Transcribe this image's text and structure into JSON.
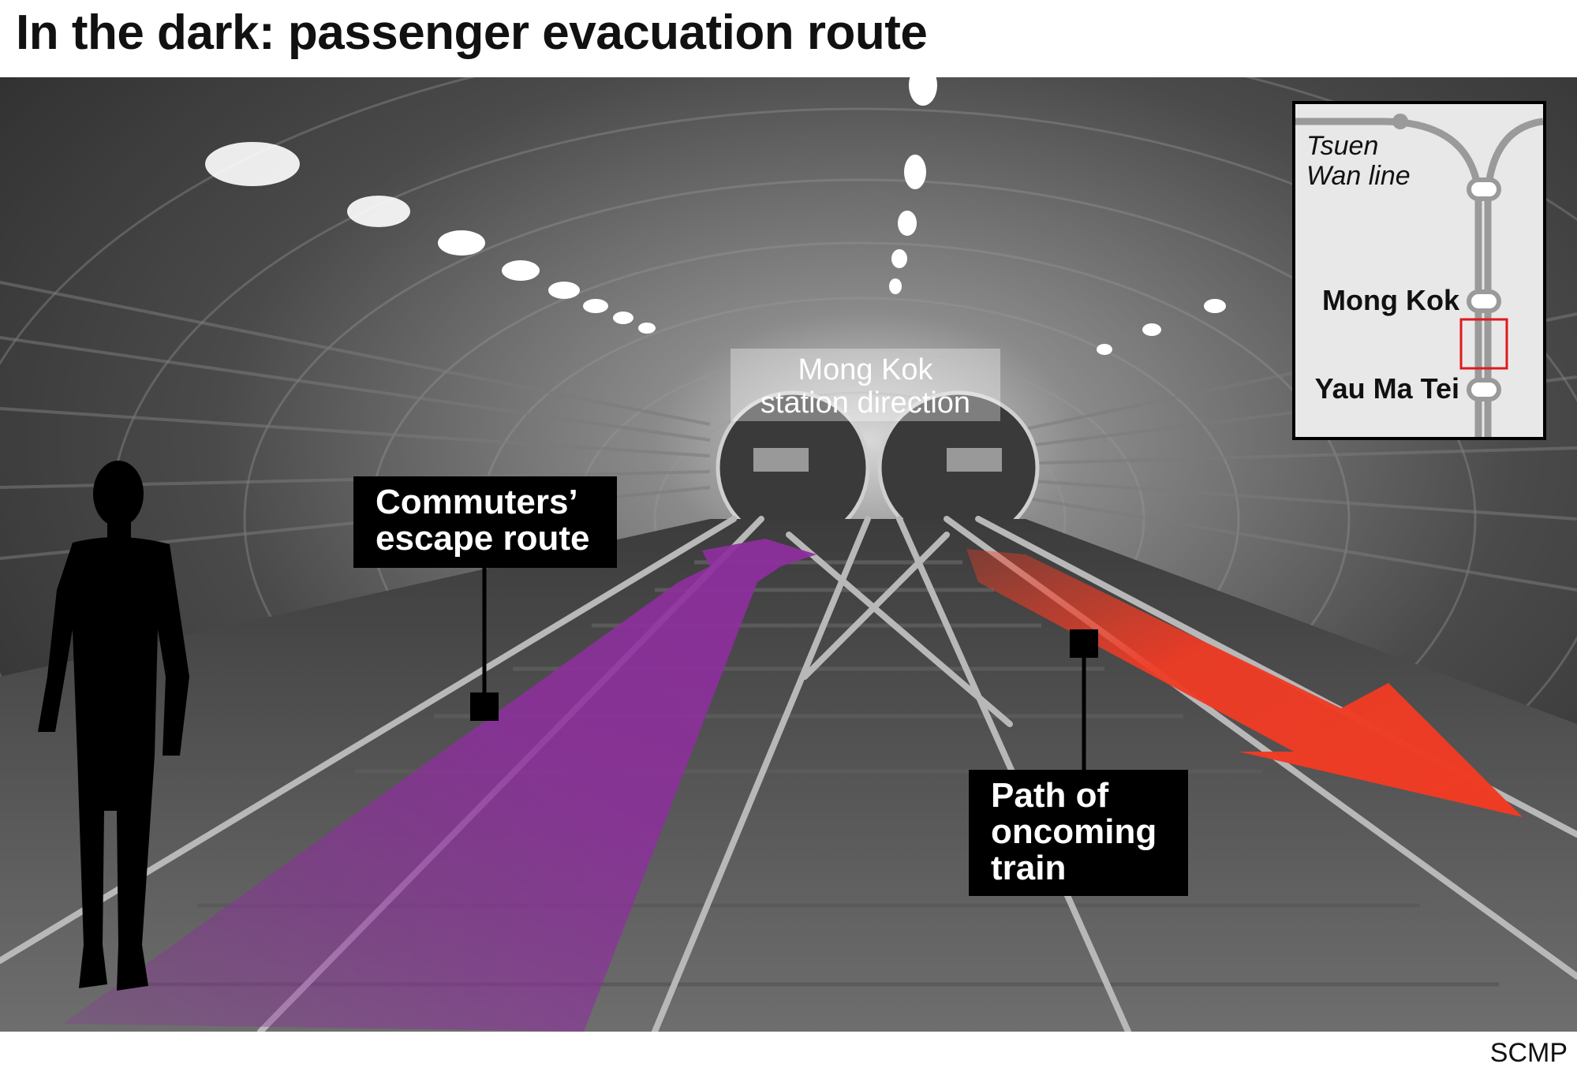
{
  "title": "In the dark: passenger evacuation route",
  "labels": {
    "station_direction": "Mong Kok\nstation direction",
    "escape_route": "Commuters’\nescape route",
    "oncoming_train": "Path of\noncoming\ntrain"
  },
  "inset_map": {
    "line_name": "Tsuen\nWan line",
    "stations": [
      "Mong Kok",
      "Yau Ma Tei"
    ]
  },
  "colors": {
    "escape_route": "#8e2e9e",
    "oncoming_train": "#ef3b24",
    "highlight_box": "#e0191e"
  },
  "credit": "SCMP"
}
